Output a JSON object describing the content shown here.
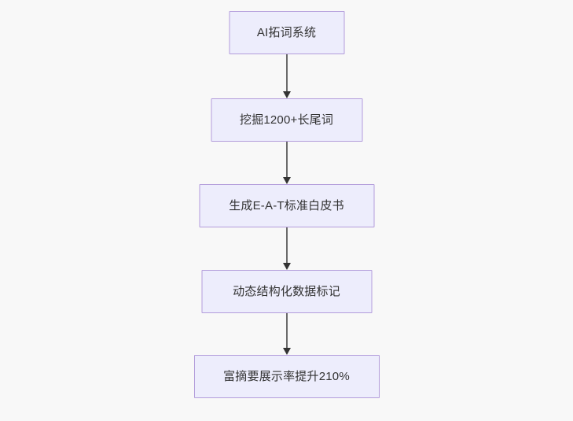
{
  "diagram": {
    "type": "flowchart",
    "direction": "top-to-bottom",
    "background_color": "#f8f8f8",
    "node_fill_color": "#ededfc",
    "node_border_color": "#b39ddb",
    "node_text_color": "#333333",
    "connector_line_color": "#6b6b6b",
    "connector_arrow_color": "#333333",
    "nodes": [
      {
        "id": "n1",
        "label": "AI拓词系统"
      },
      {
        "id": "n2",
        "label": "挖掘1200+长尾词"
      },
      {
        "id": "n3",
        "label": "生成E-A-T标准白皮书"
      },
      {
        "id": "n4",
        "label": "动态结构化数据标记"
      },
      {
        "id": "n5",
        "label": "富摘要展示率提升210%"
      }
    ],
    "edges": [
      {
        "id": "e1",
        "from": "n1",
        "to": "n2",
        "label": ""
      },
      {
        "id": "e2",
        "from": "n2",
        "to": "n3",
        "label": ""
      },
      {
        "id": "e3",
        "from": "n3",
        "to": "n4",
        "label": ""
      },
      {
        "id": "e4",
        "from": "n4",
        "to": "n5",
        "label": ""
      }
    ]
  }
}
